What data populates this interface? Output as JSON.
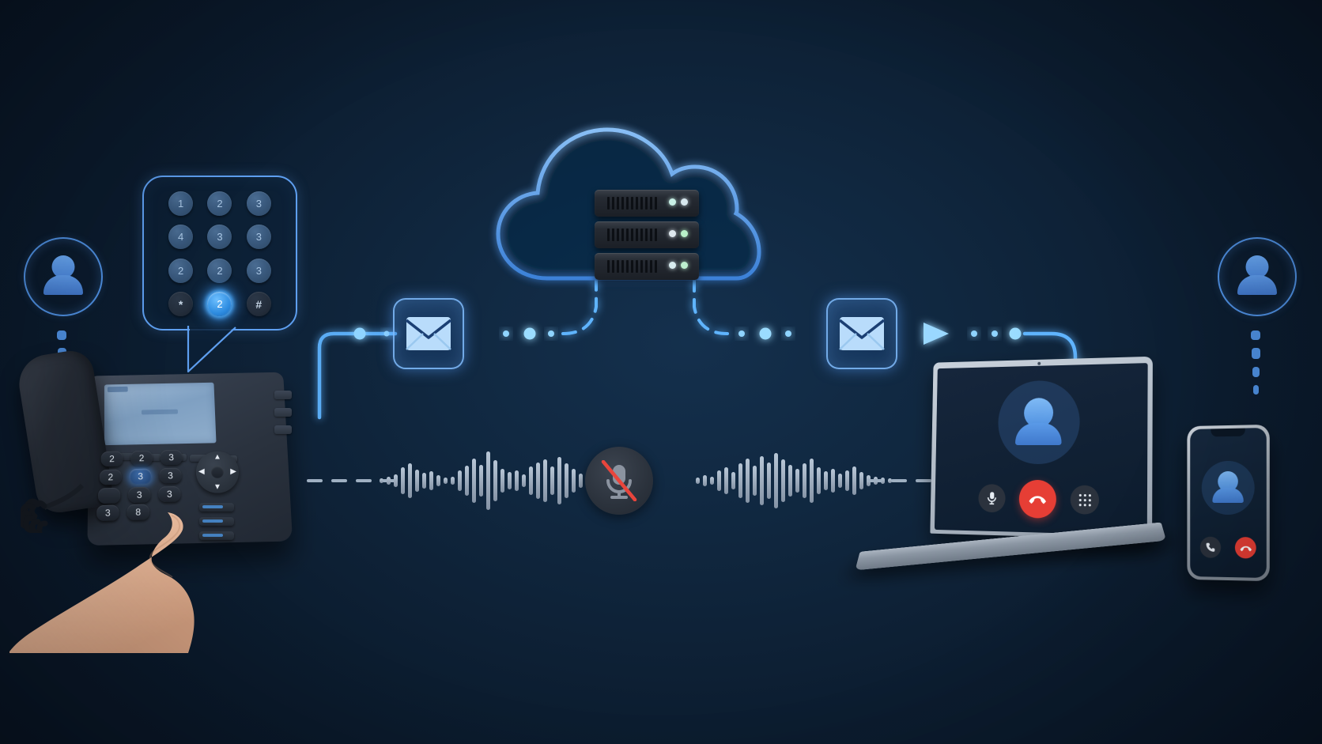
{
  "scene": {
    "title": "VoIP call flow diagram",
    "background_color": "#0d1f33",
    "accent_color": "#4a9eff",
    "glow_color": "#6fc0ff",
    "danger_color": "#e63e35"
  },
  "caller": {
    "avatar_icon": "user-avatar-icon",
    "label": "caller",
    "dots": [
      12,
      11,
      9,
      7
    ]
  },
  "callee": {
    "avatar_icon": "user-avatar-icon",
    "label": "callee",
    "dots": [
      12,
      11,
      9,
      7
    ]
  },
  "keypad_bubble": {
    "icon": "speech-bubble",
    "keys": [
      {
        "label": "1",
        "type": "digit",
        "active": false
      },
      {
        "label": "2",
        "type": "digit",
        "active": false
      },
      {
        "label": "3",
        "type": "digit",
        "active": false
      },
      {
        "label": "4",
        "type": "digit",
        "active": false
      },
      {
        "label": "3",
        "type": "digit",
        "active": false
      },
      {
        "label": "3",
        "type": "digit",
        "active": false
      },
      {
        "label": "2",
        "type": "digit",
        "active": false
      },
      {
        "label": "2",
        "type": "digit",
        "active": false
      },
      {
        "label": "3",
        "type": "digit",
        "active": false
      },
      {
        "label": "*",
        "type": "symbol",
        "active": false
      },
      {
        "label": "2",
        "type": "digit",
        "active": true
      },
      {
        "label": "#",
        "type": "symbol",
        "active": false
      }
    ]
  },
  "desk_phone": {
    "icon": "desk-phone",
    "handset_icon": "handset",
    "screen_line": "",
    "dial_keys": [
      {
        "label": "2",
        "lit": false
      },
      {
        "label": "2",
        "lit": false
      },
      {
        "label": "3",
        "lit": false
      },
      {
        "label": "2",
        "lit": false
      },
      {
        "label": "3",
        "lit": true
      },
      {
        "label": "3",
        "lit": false
      },
      {
        "label": "",
        "lit": false
      },
      {
        "label": "3",
        "lit": false
      },
      {
        "label": "3",
        "lit": false
      },
      {
        "label": "3",
        "lit": false
      },
      {
        "label": "8",
        "lit": false
      }
    ],
    "nav_icons": [
      "chevron-up-icon",
      "chevron-left-icon",
      "chevron-right-icon",
      "chevron-down-icon"
    ],
    "hand_icon": "pointing-hand"
  },
  "cloud": {
    "icon": "cloud-outline-icon",
    "server_icon": "server-rack-icon",
    "units": [
      {
        "leds": [
          "#c8f0e6",
          "#d8e8ef"
        ]
      },
      {
        "leds": [
          "#dfe9ee",
          "#b9f2c9"
        ]
      },
      {
        "leds": [
          "#d8ecef",
          "#bdf0cf"
        ]
      }
    ]
  },
  "mail_nodes": [
    {
      "icon": "envelope-icon",
      "label": "mail-left"
    },
    {
      "icon": "envelope-icon",
      "label": "mail-right"
    }
  ],
  "flow": {
    "arrow_right_icon": "arrow-right-icon",
    "arrow_down_icon": "arrow-down-icon",
    "node_dots_left": [
      7,
      4,
      3
    ],
    "node_dots_right": [
      7,
      4,
      3
    ]
  },
  "audio": {
    "mute_icon": "microphone-muted-icon",
    "mute_slash_color": "#e8453c",
    "left_wave": [
      6,
      10,
      16,
      34,
      44,
      28,
      20,
      24,
      14,
      8,
      10,
      26,
      38,
      56,
      40,
      74,
      52,
      30,
      22,
      26,
      16,
      36,
      46,
      54,
      36,
      60,
      44,
      30,
      18,
      10,
      8
    ],
    "right_wave": [
      8,
      14,
      10,
      26,
      34,
      22,
      44,
      56,
      38,
      62,
      46,
      70,
      54,
      40,
      30,
      44,
      56,
      34,
      24,
      30,
      18,
      26,
      36,
      22,
      14,
      10,
      8,
      6
    ],
    "left_dashes": 4,
    "right_dashes": 5
  },
  "laptop": {
    "icon": "laptop-icon",
    "call_avatar_icon": "user-avatar-icon",
    "controls": [
      {
        "icon": "microphone-icon",
        "name": "mic-button"
      },
      {
        "icon": "end-call-icon",
        "name": "end-call-button"
      },
      {
        "icon": "dialpad-icon",
        "name": "dialpad-button"
      }
    ]
  },
  "smartphone": {
    "icon": "smartphone-icon",
    "call_avatar_icon": "user-avatar-icon",
    "controls": [
      {
        "icon": "phone-icon",
        "name": "answer-call-button"
      },
      {
        "icon": "end-call-icon",
        "name": "end-call-button"
      }
    ]
  }
}
